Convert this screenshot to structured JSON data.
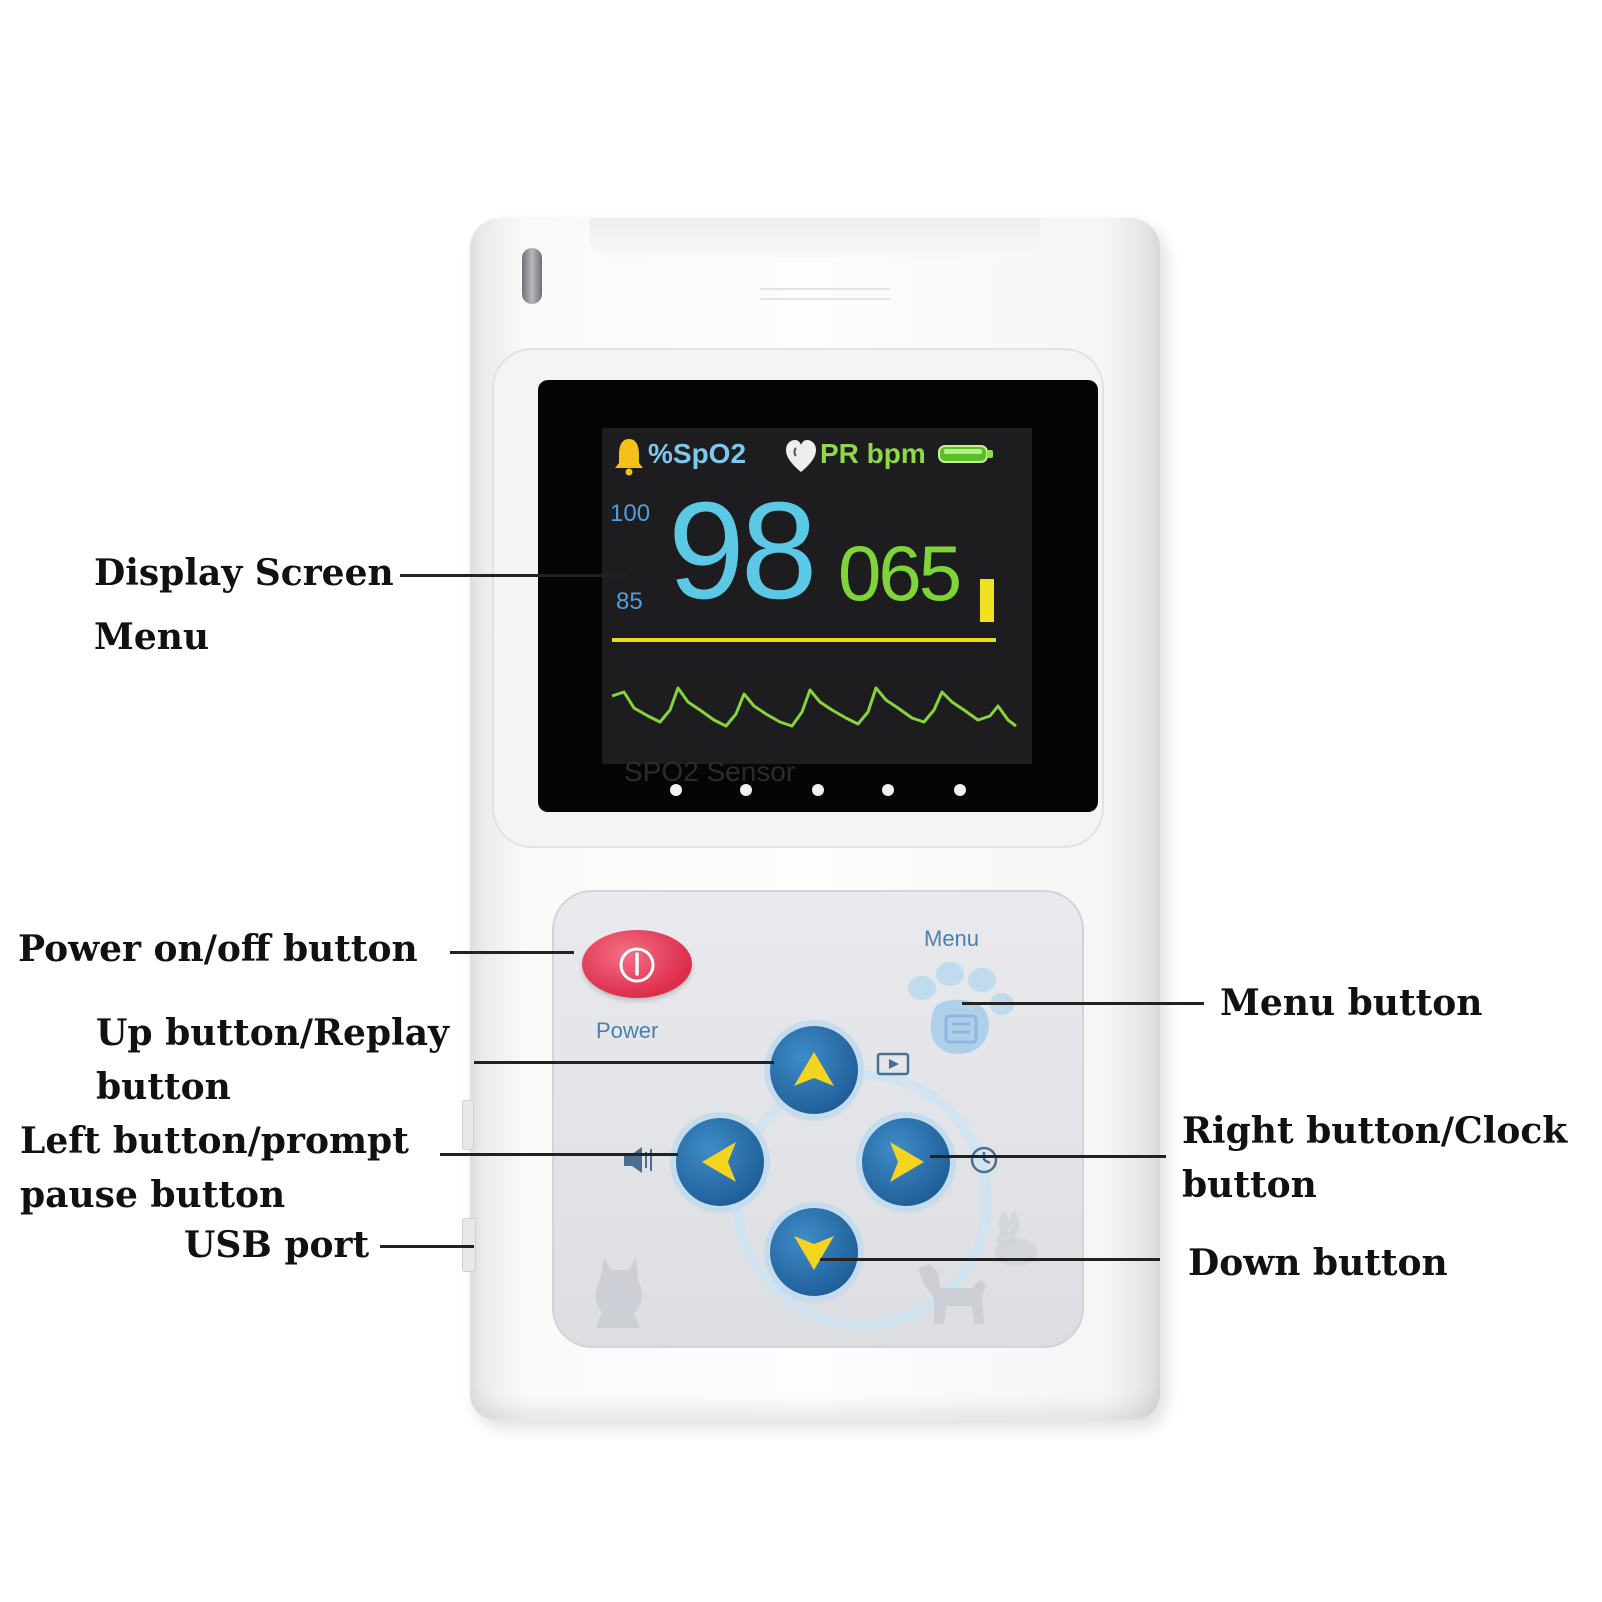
{
  "callouts": {
    "display_screen": "Display Screen",
    "menu_under_display": "Menu",
    "power": "Power on/off button",
    "up_line1": "Up button/Replay",
    "up_line2": "button",
    "left_line1": "Left button/prompt",
    "left_line2": "pause button",
    "usb": "USB port",
    "menu_button": "Menu button",
    "right_line1": "Right button/Clock",
    "right_line2": "button",
    "down": "Down button"
  },
  "screen": {
    "spo2_label": "%SpO2",
    "pr_label": "PR bpm",
    "alarm_high": "100",
    "alarm_low": "85",
    "spo2_value": "98",
    "pr_value": "065",
    "pulse_bar_level": 0.5,
    "sensor_text": "SPO2 Sensor"
  },
  "keypad": {
    "power_label": "Power",
    "menu_label": "Menu"
  },
  "icons": [
    "bell-icon",
    "heart-icon",
    "battery-icon",
    "power-icon",
    "menu-pawprint-icon",
    "play-icon",
    "speaker-icon",
    "clock-icon",
    "cat-icon",
    "dog-icon",
    "rabbit-icon"
  ],
  "colors": {
    "spo2": "#5bc8e6",
    "pr": "#7fd43a",
    "spo2_label": "#7cc8ee",
    "pr_label": "#8ed84a",
    "alarm_limits": "#4f9fe0",
    "bell": "#f3c21a",
    "separator": "#e8d81c",
    "pleth": "#86d33a",
    "power_button": "#e0304f",
    "nav_button": "#2b73b2",
    "arrow": "#f5d421"
  }
}
